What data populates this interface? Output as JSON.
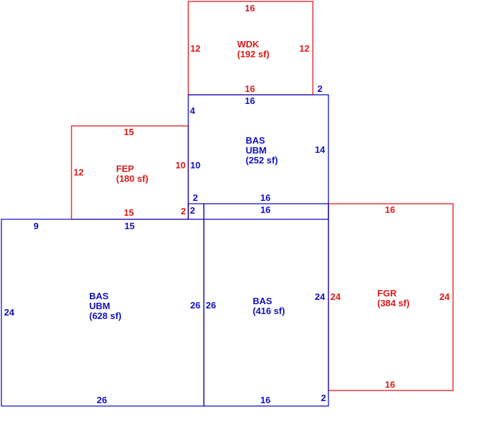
{
  "colors": {
    "blue": "#1010c0",
    "red": "#e01818"
  },
  "areas": [
    {
      "id": "wdk",
      "color": "red",
      "label_lines": [
        "WDK",
        "(192 sf)"
      ],
      "dims": {
        "top": "16",
        "left": "12",
        "right": "12",
        "bottom": "16"
      }
    },
    {
      "id": "bas-ubm-upper",
      "color": "blue",
      "label_lines": [
        "BAS",
        "UBM",
        "(252 sf)"
      ],
      "dims": {
        "top": "16",
        "right": "14",
        "left_segments": [
          "4",
          "10",
          "2"
        ],
        "bottom": "16",
        "top_right_offset": "2"
      }
    },
    {
      "id": "fep",
      "color": "red",
      "label_lines": [
        "FEP",
        "(180 sf)"
      ],
      "dims": {
        "top": "15",
        "left": "12",
        "right": "10",
        "bottom": "15",
        "bottom_right": "2"
      }
    },
    {
      "id": "bas-ubm-lower",
      "color": "blue",
      "label_lines": [
        "BAS",
        "UBM",
        "(628 sf)"
      ],
      "dims": {
        "top_left": "9",
        "top_right": "15",
        "top_step": "2",
        "left": "24",
        "right": "26",
        "bottom": "26"
      }
    },
    {
      "id": "bas-middle",
      "color": "blue",
      "label_lines": [
        "BAS",
        "(416 sf)"
      ],
      "dims": {
        "top": "16",
        "left": "26",
        "right": "24",
        "bottom": "16",
        "bottom_right": "2"
      }
    },
    {
      "id": "fgr",
      "color": "red",
      "label_lines": [
        "FGR",
        "(384 sf)"
      ],
      "dims": {
        "top": "16",
        "left": "24",
        "right": "24",
        "bottom": "16"
      }
    }
  ]
}
